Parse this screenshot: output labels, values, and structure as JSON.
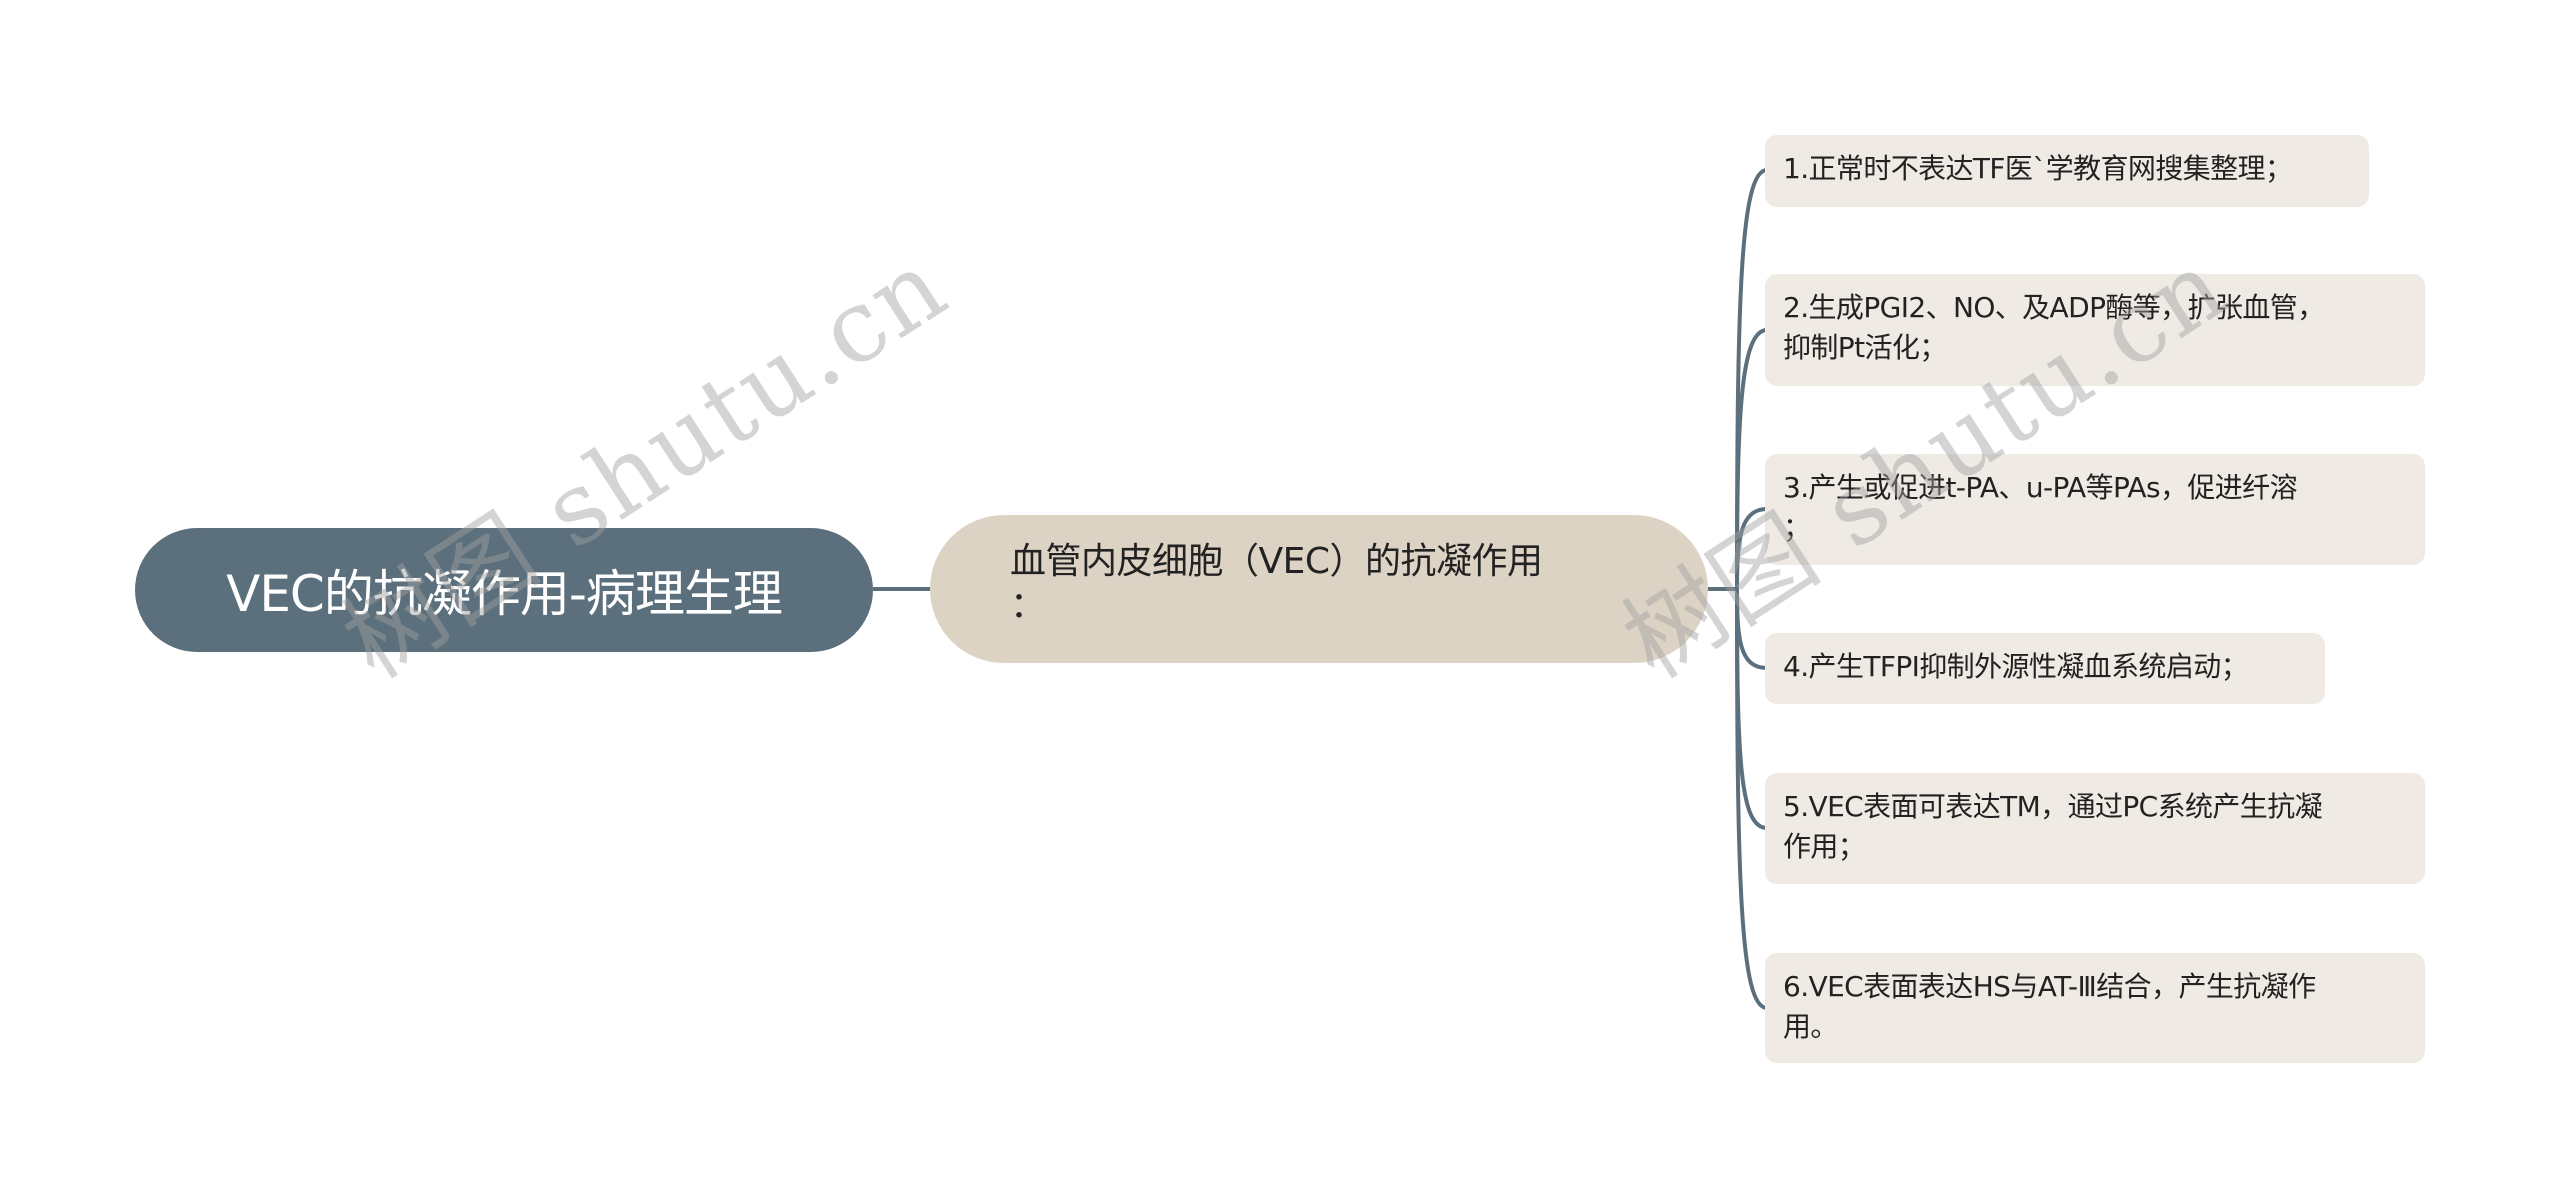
{
  "mindmap": {
    "root": {
      "label": "VEC的抗凝作用-病理生理",
      "color": "#5b6f7c"
    },
    "branch": {
      "lines": [
        "血管内皮细胞（VEC）的抗凝作用",
        "："
      ],
      "color": "#ddd3c5"
    },
    "leaves": [
      {
        "lines": [
          "1.正常时不表达TF医`学教育网搜集整理；"
        ]
      },
      {
        "lines": [
          "2.生成PGI2、NO、及ADP酶等，扩张血管，",
          "抑制Pt活化；"
        ]
      },
      {
        "lines": [
          "3.产生或促进t-PA、u-PA等PAs，促进纤溶",
          "；"
        ]
      },
      {
        "lines": [
          "4.产生TFPI抑制外源性凝血系统启动；"
        ]
      },
      {
        "lines": [
          "5.VEC表面可表达TM，通过PC系统产生抗凝",
          "作用；"
        ]
      },
      {
        "lines": [
          "6.VEC表面表达HS与AT-Ⅲ结合，产生抗凝作",
          "用。"
        ]
      }
    ],
    "leaf_color": "#efebe4",
    "connector_color": "#5b6f7c"
  },
  "watermarks": [
    {
      "text": "树图 shutu.cn"
    },
    {
      "text": "树图 shutu.cn"
    }
  ]
}
